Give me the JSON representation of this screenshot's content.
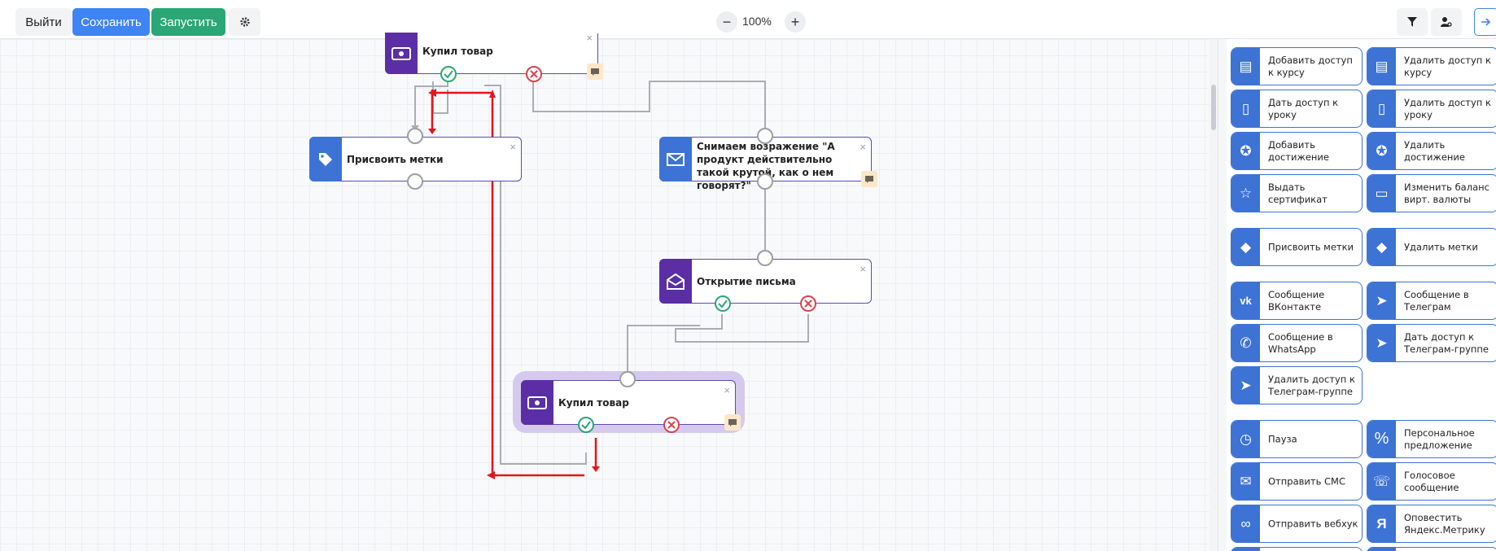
{
  "toolbar": {
    "exit_label": "Выйти",
    "save_label": "Сохранить",
    "run_label": "Запустить",
    "zoom_level": "100%",
    "zoom_minus": "−",
    "zoom_plus": "+"
  },
  "canvas": {
    "nodes": {
      "bought_top": {
        "label": "Купил товар"
      },
      "assign_tags": {
        "label": "Присвоить метки"
      },
      "objection": {
        "label": "Снимаем возражение \"А продукт действительно такой крутой, как о нем говорят?\""
      },
      "letter_open": {
        "label": "Открытие письма"
      },
      "bought_bottom": {
        "label": "Купил товар"
      }
    },
    "close_glyph": "×",
    "wire_color": "#a9aeb4",
    "annotation_color": "#e0161d"
  },
  "sidebar": {
    "cards": [
      {
        "icon": "book-icon",
        "label": "Добавить доступ к курсу"
      },
      {
        "icon": "book-icon",
        "label": "Удалить доступ к курсу"
      },
      {
        "icon": "lesson-icon",
        "label": "Дать доступ к уроку"
      },
      {
        "icon": "lesson-icon",
        "label": "Удалить доступ к уроку"
      },
      {
        "icon": "medal-icon",
        "label": "Добавить достижение"
      },
      {
        "icon": "medal-icon",
        "label": "Удалить достижение"
      },
      {
        "icon": "star-icon",
        "label": "Выдать сертификат"
      },
      {
        "icon": "money-icon",
        "label": "Изменить баланс вирт. валюты"
      },
      {
        "icon": "tag-icon",
        "label": "Присвоить метки"
      },
      {
        "icon": "tag-icon",
        "label": "Удалить метки"
      },
      {
        "icon": "vk-icon",
        "label": "Сообщение ВКонтакте"
      },
      {
        "icon": "telegram-icon",
        "label": "Сообщение в Телеграм"
      },
      {
        "icon": "whatsapp-icon",
        "label": "Сообщение в WhatsApp"
      },
      {
        "icon": "telegram-icon",
        "label": "Дать доступ к Телеграм-группе"
      },
      {
        "icon": "telegram-icon",
        "label": "Удалить доступ к Телеграм-группе"
      },
      {
        "icon": "clock-icon",
        "label": "Пауза"
      },
      {
        "icon": "percent-icon",
        "label": "Персональное предложение"
      },
      {
        "icon": "sms-icon",
        "label": "Отправить СМС"
      },
      {
        "icon": "phone-icon",
        "label": "Голосовое сообщение"
      },
      {
        "icon": "link-icon",
        "label": "Отправить вебхук"
      },
      {
        "icon": "yandex-icon",
        "label": "Оповестить Яндекс.Метрику"
      }
    ]
  }
}
